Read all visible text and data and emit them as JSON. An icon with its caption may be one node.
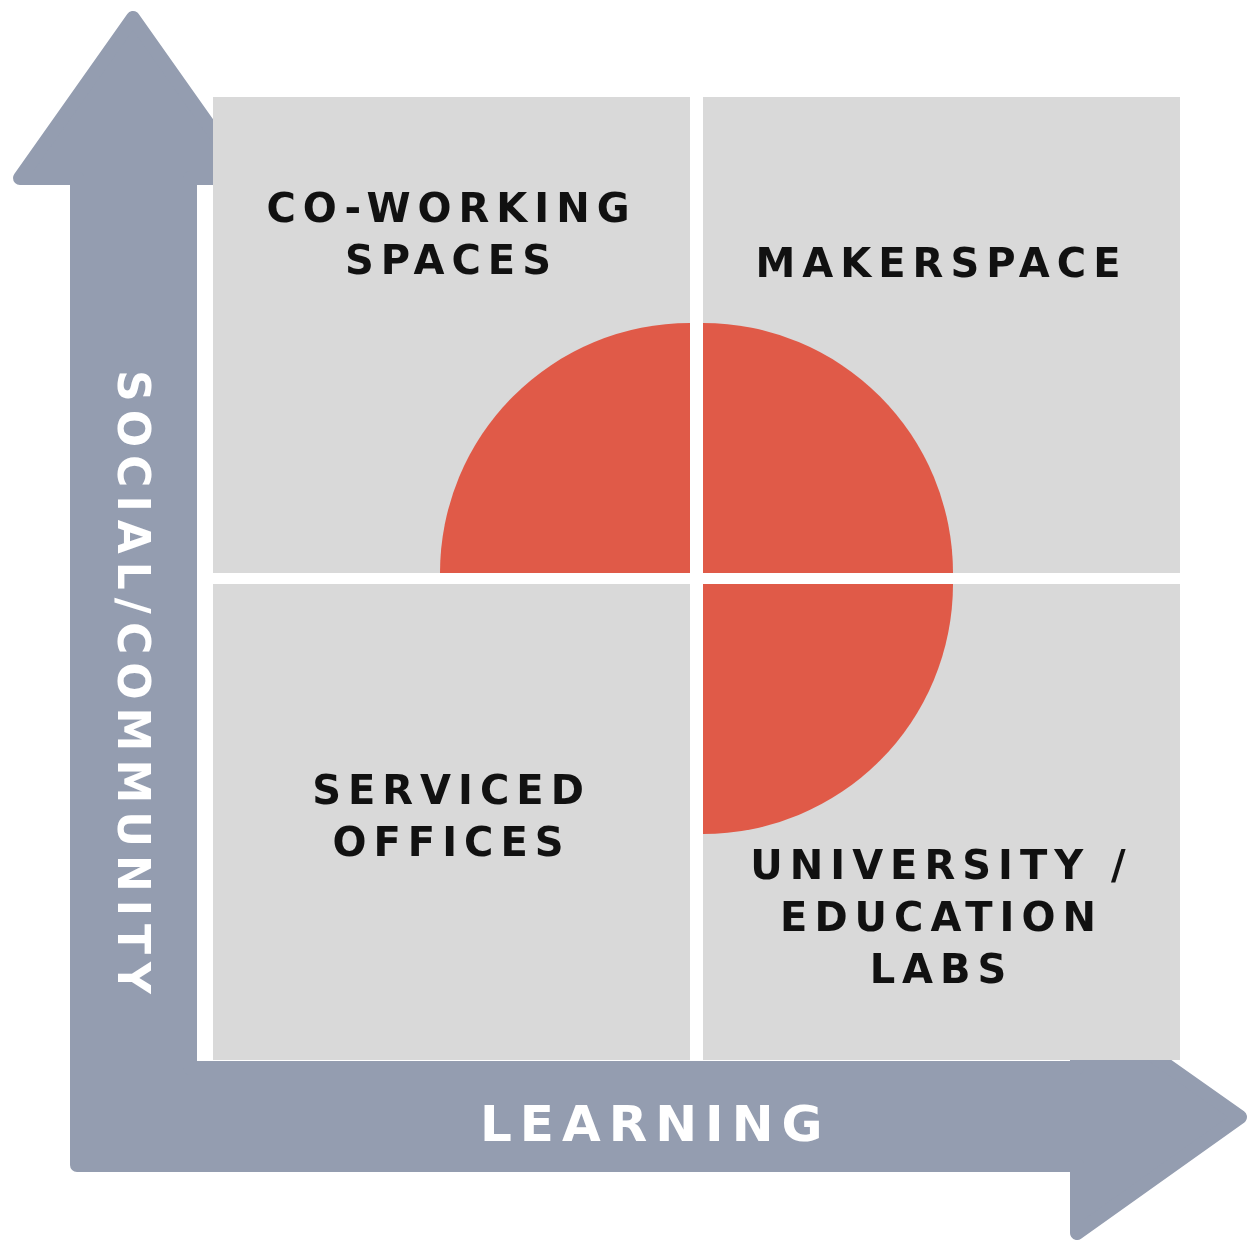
{
  "diagram": {
    "nodes": [
      {
        "text": [
          "CO-WORKING SPACES"
        ]
      },
      {
        "text": [
          "MAKERSPACE"
        ]
      },
      {
        "text": [
          "SERVICED OFFICES"
        ]
      },
      {
        "text": [
          "UNIVERSITY / EDUCATION LABS"
        ]
      }
    ],
    "labels": [
      "SOCIAL/COMMUNITY",
      "LEARNING"
    ]
  }
}
